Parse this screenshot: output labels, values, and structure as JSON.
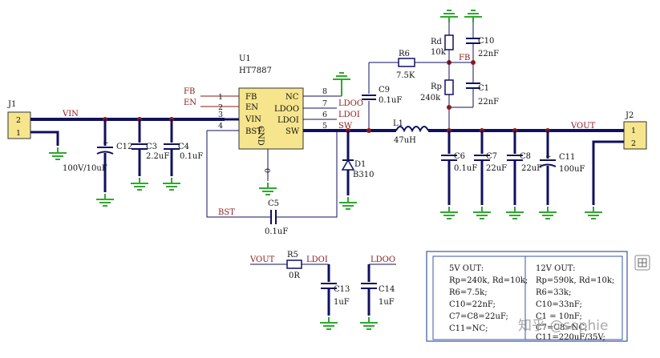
{
  "colors": {
    "wire": "#101060",
    "ground": "#2fa82f",
    "chip_fill": "#f6e58c",
    "net_label": "#8b1a1a",
    "table_border": "#3a56a0"
  },
  "connectors": {
    "j1": {
      "ref": "J1",
      "pin_top": "2",
      "pin_bottom": "1"
    },
    "j2": {
      "ref": "J2",
      "pin_top": "1",
      "pin_bottom": "2"
    }
  },
  "ic": {
    "ref": "U1",
    "part": "HT7887",
    "left_pins": [
      {
        "num": "1",
        "name": "FB"
      },
      {
        "num": "2",
        "name": "EN"
      },
      {
        "num": "3",
        "name": "VIN"
      },
      {
        "num": "4",
        "name": "BST"
      }
    ],
    "right_pins": [
      {
        "num": "8",
        "name": "NC"
      },
      {
        "num": "7",
        "name": "LDOO"
      },
      {
        "num": "6",
        "name": "LDOI"
      },
      {
        "num": "5",
        "name": "SW"
      }
    ],
    "gnd_label": "GND",
    "gnd_num": "0"
  },
  "nets": {
    "vin": "VIN",
    "fb": "FB",
    "en": "EN",
    "bst": "BST",
    "ldoo": "LDOO",
    "ldoi": "LDOI",
    "sw": "SW",
    "vout": "VOUT",
    "fb_right": "FB"
  },
  "parts": {
    "c12": {
      "ref": "C12"
    },
    "c3": {
      "ref": "C3",
      "value": "2.2uF"
    },
    "c4": {
      "ref": "C4",
      "value": "0.1uF"
    },
    "input_cap_value": "100V/10uF",
    "c9": {
      "ref": "C9",
      "value": "0.1uF"
    },
    "r6": {
      "ref": "R6",
      "value": "7.5K"
    },
    "rd": {
      "ref": "Rd",
      "value": "10k"
    },
    "c10": {
      "ref": "C10",
      "value": "22nF"
    },
    "rp": {
      "ref": "Rp",
      "value": "240k"
    },
    "c1": {
      "ref": "C1",
      "value": "22nF"
    },
    "l1": {
      "ref": "L1",
      "value": "47uH"
    },
    "d1": {
      "ref": "D1",
      "value": "B310"
    },
    "c6": {
      "ref": "C6",
      "value": "0.1uF"
    },
    "c7": {
      "ref": "C7",
      "value": "22uF"
    },
    "c8": {
      "ref": "C8",
      "value": "22uF"
    },
    "c11": {
      "ref": "C11",
      "value": "100uF"
    },
    "c5": {
      "ref": "C5",
      "value": "0.1uF"
    },
    "r5": {
      "ref": "R5",
      "value": "0R"
    },
    "c13": {
      "ref": "C13",
      "value": "1uF"
    },
    "c14": {
      "ref": "C14",
      "value": "1uF"
    }
  },
  "bottom_nets": {
    "vout": "VOUT",
    "ldoi": "LDOI",
    "ldoo": "LDOO"
  },
  "table": {
    "col1": [
      "5V OUT:",
      "Rp=240k, Rd=10k;",
      "R6=7.5k;",
      "C10=22nF;",
      "C7=C8=22uF;",
      "C11=NC;"
    ],
    "col2": [
      "12V OUT:",
      "Rp=590k, Rd=10k;",
      "R6=33k;",
      "C10=33nF;",
      "C1 = 10nF;",
      "C7=C8=NC;",
      "C11=220uF/35V;"
    ]
  },
  "watermark": "知乎 @sophie",
  "grid_icon": "grid-icon"
}
